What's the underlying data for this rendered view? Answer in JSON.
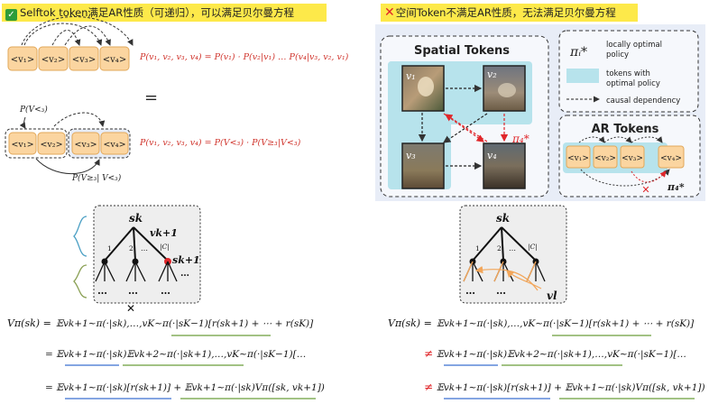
{
  "left_header": {
    "text": "Selftok token满足AR性质（可递归），可以满足贝尔曼方程"
  },
  "right_header": {
    "text": "空间Token不满足AR性质，无法满足贝尔曼方程"
  },
  "tokens": [
    "<v₁>",
    "<v₂>",
    "<v₃>",
    "<v₄>"
  ],
  "eq_top": "P(v₁, v₂, v₃, v₄) = P(v₁) · P(v₂|v₁) … P(v₄|v₃, v₂, v₁)",
  "eq_equals": "=",
  "eq_bottom": "P(v₁, v₂, v₃, v₄) = P(V<₃) · P(V≥₃|V<₃)",
  "label_pv3": "P(V<₃)",
  "label_pv3_cond": "P(V≥₃| V<₃)",
  "spatial": {
    "title": "Spatial Tokens",
    "cells": [
      "v₁",
      "v₂",
      "v₃",
      "v₄"
    ],
    "pi4": "π₄*"
  },
  "legend": {
    "pi_symbol": "πᵢ*",
    "item1": "locally optimal policy",
    "item2": "tokens with optimal policy",
    "item3": "causal dependency"
  },
  "ar": {
    "title": "AR Tokens",
    "pi4": "π₄*"
  },
  "tree": {
    "root": "sk",
    "child_label": "vk+1",
    "right_node": "sk+1",
    "branch1": "1",
    "branch2": "2",
    "branchC": "|C|",
    "dots": "…",
    "ellipsis_bottom": "…",
    "vl": "vl"
  },
  "bellman_left": {
    "l1_lhs": "Vπ(sk) =",
    "l1_rhs": "𝔼vk+1∼π(·|sk),…,vK∼π(·|sK−1)[r(sk+1) + ⋯ + r(sK)]",
    "l2": "= 𝔼vk+1∼π(·|sk)𝔼vk+2∼π(·|sk+1),…,vK∼π(·|sK−1)[…",
    "l3": "= 𝔼vk+1∼π(·|sk)[r(sk+1)] + 𝔼vk+1∼π(·|sk)Vπ([sk, vk+1])"
  },
  "bellman_right": {
    "l1_lhs": "Vπ(sk) =",
    "l1_rhs": "𝔼vk+1∼π(·|sk),…,vK∼π(·|sK−1)[r(sk+1) + ⋯ + r(sK)]",
    "l2": "≠ 𝔼vk+1∼π(·|sk)𝔼vk+2∼π(·|sk+1),…,vK∼π(·|sK−1)[…",
    "l3": "≠ 𝔼vk+1∼π(·|sk)[r(sk+1)] + 𝔼vk+1∼π(·|sk)Vπ([sk, vk+1])"
  },
  "colors": {
    "header_bg": "#fde94a",
    "token_fill": "#fbd5a0",
    "token_stroke": "#e2a85a",
    "eq_red": "#d0342c",
    "panel_bg": "#e8edf7",
    "highlight": "#b7e3ec",
    "arrow_red": "#e0262a",
    "tree_orange": "#f2a65a",
    "underline_green": "#6b9e3a",
    "underline_blue": "#3a6fd0"
  }
}
